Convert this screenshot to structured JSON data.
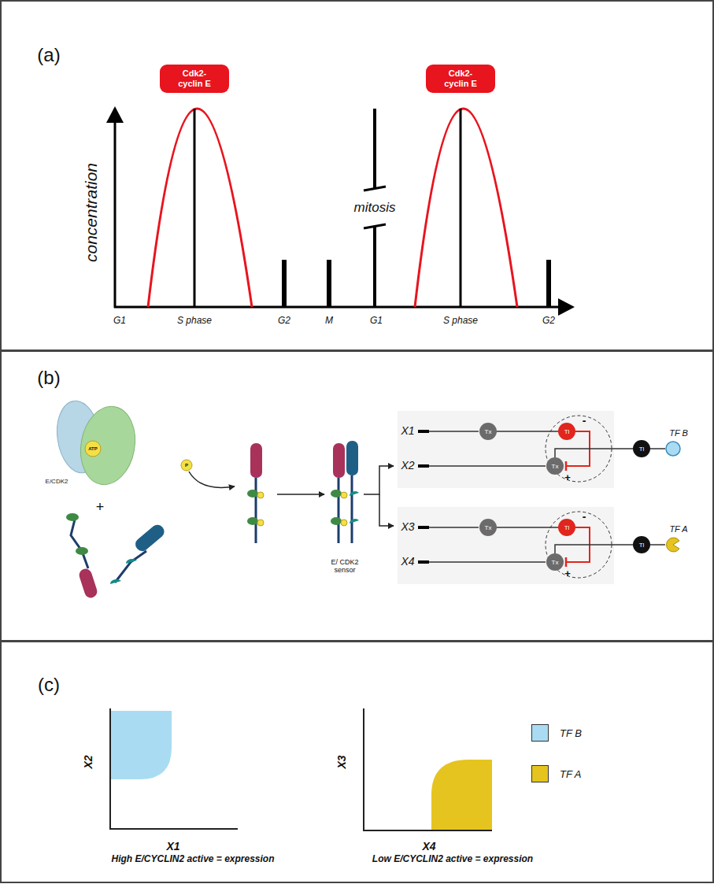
{
  "diagram": {
    "nodes": [
      {
        "text": [
          "Cdk2- cyclin E"
        ]
      },
      {
        "text": [
          "Cdk2- cyclin E"
        ]
      },
      {
        "text": [
          "Tx"
        ]
      },
      {
        "text": [
          "Tl"
        ]
      },
      {
        "text": [
          "Tx"
        ]
      },
      {
        "text": [
          "Tl"
        ]
      },
      {
        "text": [
          "Tx"
        ]
      },
      {
        "text": [
          "Tl"
        ]
      },
      {
        "text": [
          "Tx"
        ]
      },
      {
        "text": [
          "Tl"
        ]
      }
    ],
    "edges": [
      {
        "from": 2,
        "to": 3,
        "arrow": "none"
      },
      {
        "from": 3,
        "to": 4,
        "arrow": "to"
      },
      {
        "from": 4,
        "to": 5,
        "arrow": "none"
      },
      {
        "from": 6,
        "to": 7,
        "arrow": "none"
      },
      {
        "from": 7,
        "to": 8,
        "arrow": "to"
      },
      {
        "from": 8,
        "to": 9,
        "arrow": "none"
      }
    ],
    "labels": [
      "(a)",
      "concentration",
      "mitosis",
      "G1",
      "S phase",
      "G2",
      "M",
      "G1",
      "S phase",
      "G2",
      "(b)",
      "ATP",
      "P",
      "E/CDK2",
      "+",
      "E/ CDK2 sensor",
      "X1",
      "X2",
      "X3",
      "X4",
      "-",
      "+",
      "-",
      "+",
      "TF B",
      "TF A",
      "(c)",
      "X2",
      "X1",
      "High E/CYCLIN2 active = expression",
      "X3",
      "X4",
      "Low E/CYCLIN2 active = expression"
    ],
    "legend": [
      {
        "text": "TF B",
        "color": "#a9dcf2"
      },
      {
        "text": "TF A",
        "color": "#e6c41f"
      }
    ]
  }
}
